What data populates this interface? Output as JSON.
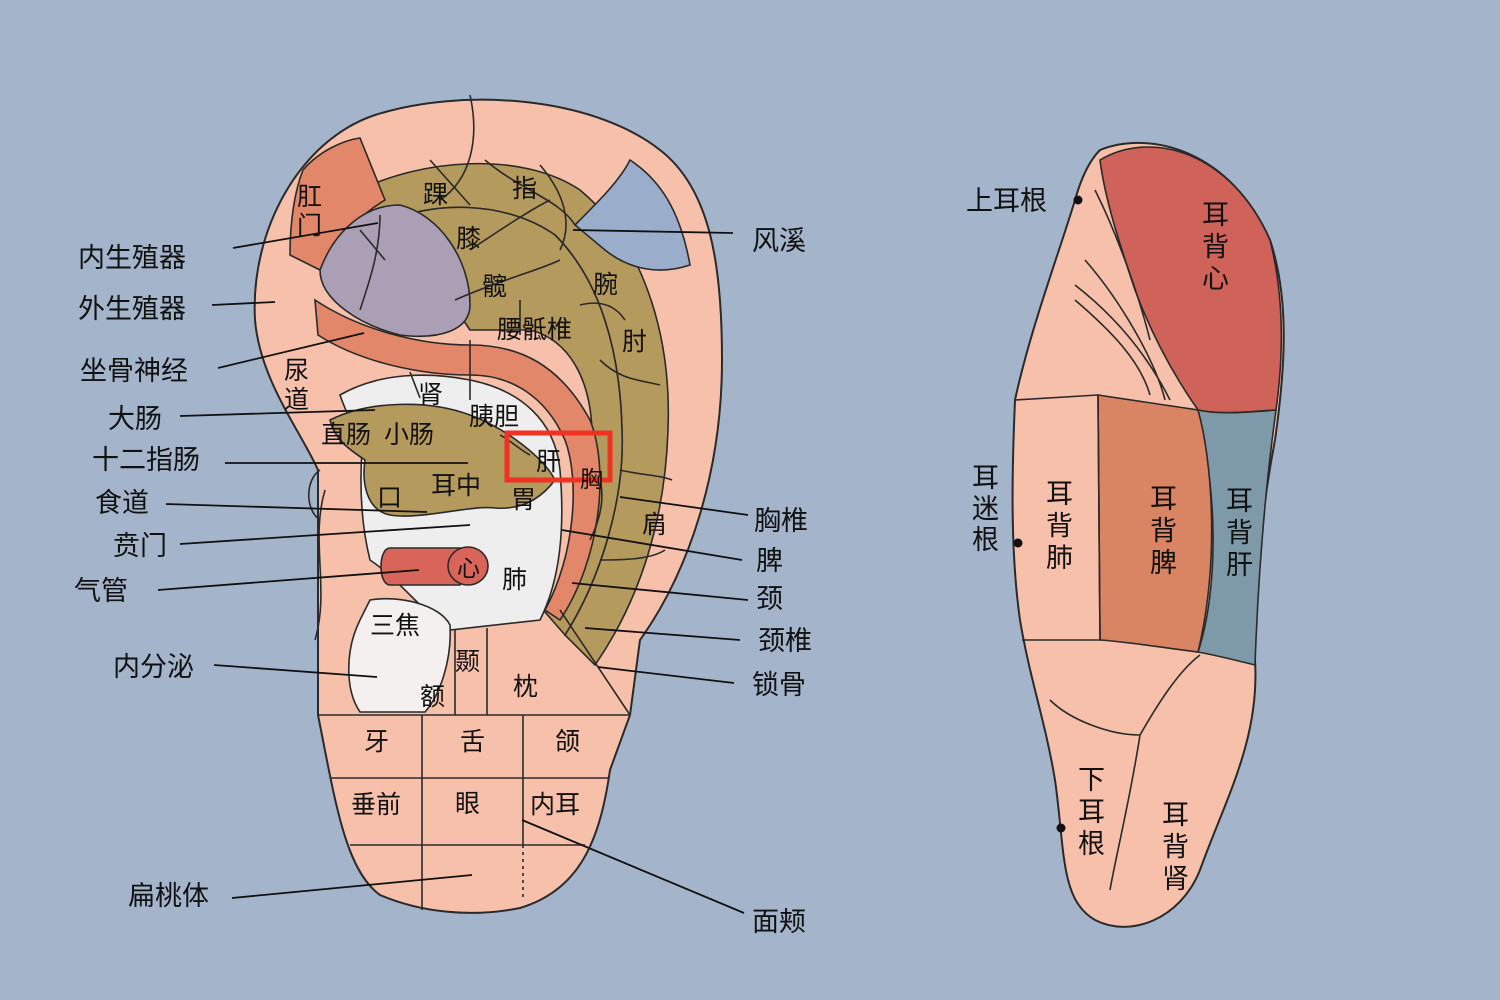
{
  "colors": {
    "background": "#a4b5cb",
    "skin": "#f6c0aa",
    "skin_light": "#f9d6c8",
    "olive": "#b59a5e",
    "lavender": "#ab9fb6",
    "blue_gray": "#9aaecb",
    "salmon": "#e3876a",
    "white_area": "#eeeeee",
    "heart_red": "#d9655a",
    "highlight_box": "#ee3322",
    "back_heart": "#cf6259",
    "back_spleen": "#d98462",
    "back_liver": "#7e9aa8"
  },
  "front_labels": {
    "nei_shengzhi": "内生殖器",
    "wai_shengzhi": "外生殖器",
    "zuogu": "坐骨神经",
    "dachang": "大肠",
    "shier": "十二指肠",
    "shidao": "食道",
    "benmen": "贲门",
    "qiguan": "气管",
    "neifenmi": "内分泌",
    "biantaoti": "扁桃体",
    "fengxi": "风溪",
    "xiongzhui": "胸椎",
    "pi": "脾",
    "jing": "颈",
    "jingzhui": "颈椎",
    "suogu": "锁骨",
    "mianjia": "面颊"
  },
  "front_regions": {
    "gang": "肛",
    "men": "门",
    "huai": "踝",
    "zhi": "指",
    "xi": "膝",
    "kuan": "髋",
    "wan": "腕",
    "yao": "腰骶椎",
    "zhou": "肘",
    "niao": "尿",
    "dao": "道",
    "shen": "肾",
    "yidan": "胰胆",
    "zhichang": "直肠",
    "xiaochang": "小肠",
    "gan": "肝",
    "xiong": "胸",
    "erzhong": "耳中",
    "kou": "口",
    "wei": "胃",
    "jian": "肩",
    "xin": "心",
    "fei": "肺",
    "sanjiao": "三焦",
    "nie": "颞",
    "e": "额",
    "zhen": "枕",
    "ya": "牙",
    "she": "舌",
    "he": "颌",
    "chuiqian": "垂前",
    "yan": "眼",
    "neier": "内耳"
  },
  "back_labels": {
    "shang_ergen": "上耳根",
    "er_mi_gen": [
      "耳",
      "迷",
      "根"
    ],
    "xia_ergen": [
      "下",
      "耳",
      "根"
    ],
    "erbei_xin": [
      "耳",
      "背",
      "心"
    ],
    "erbei_fei": [
      "耳",
      "背",
      "肺"
    ],
    "erbei_pi": [
      "耳",
      "背",
      "脾"
    ],
    "erbei_gan": [
      "耳",
      "背",
      "肝"
    ],
    "erbei_shen": [
      "耳",
      "背",
      "肾"
    ]
  }
}
